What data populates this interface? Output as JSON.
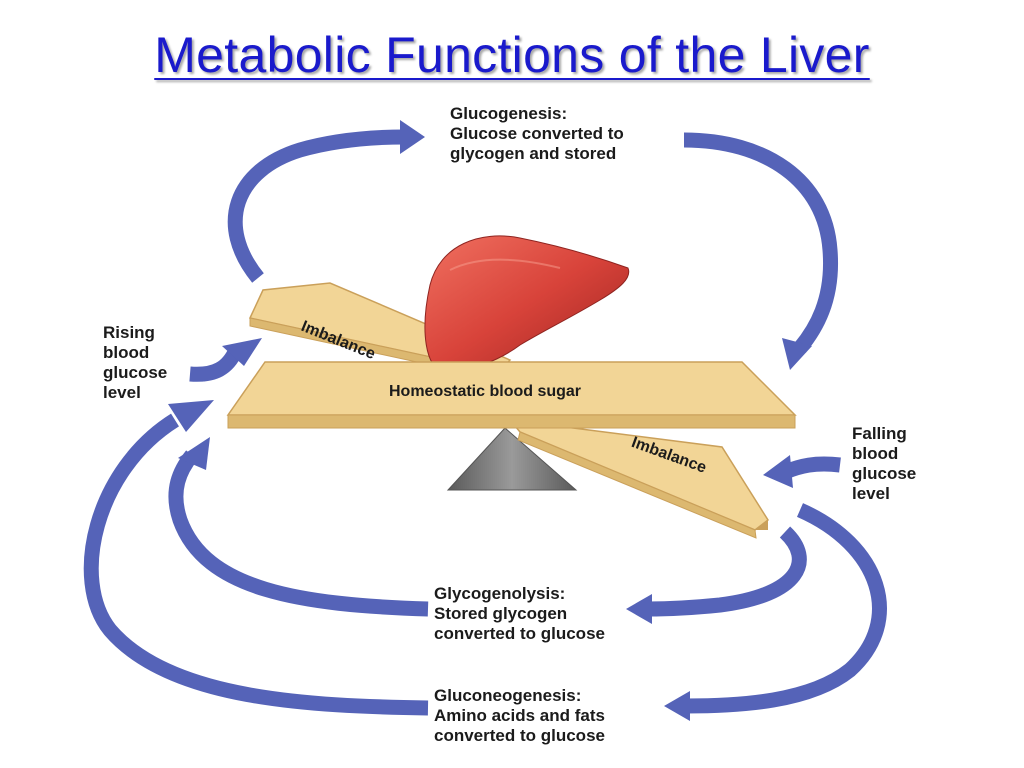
{
  "title": "Metabolic Functions of the Liver",
  "colors": {
    "title": "#1a1acc",
    "arrow": "#5563b8",
    "plank": "#f2d596",
    "plank_edge": "#caa05a",
    "fulcrum": "#707070",
    "liver": "#d8433a"
  },
  "labels": {
    "glucogenesis": [
      "Glucogenesis:",
      "Glucose converted to",
      "glycogen and stored"
    ],
    "rising": [
      "Rising",
      "blood",
      "glucose",
      "level"
    ],
    "falling": [
      "Falling",
      "blood",
      "glucose",
      "level"
    ],
    "glycogenolysis": [
      "Glycogenolysis:",
      "Stored glycogen",
      "converted to glucose"
    ],
    "gluconeogenesis": [
      "Gluconeogenesis:",
      "Amino acids and fats",
      "converted to glucose"
    ]
  },
  "seesaw": {
    "center_label": "Homeostatic blood sugar",
    "left_label": "Imbalance",
    "right_label": "Imbalance"
  },
  "icons": {
    "organ": "liver-icon",
    "fulcrum": "fulcrum-icon"
  }
}
